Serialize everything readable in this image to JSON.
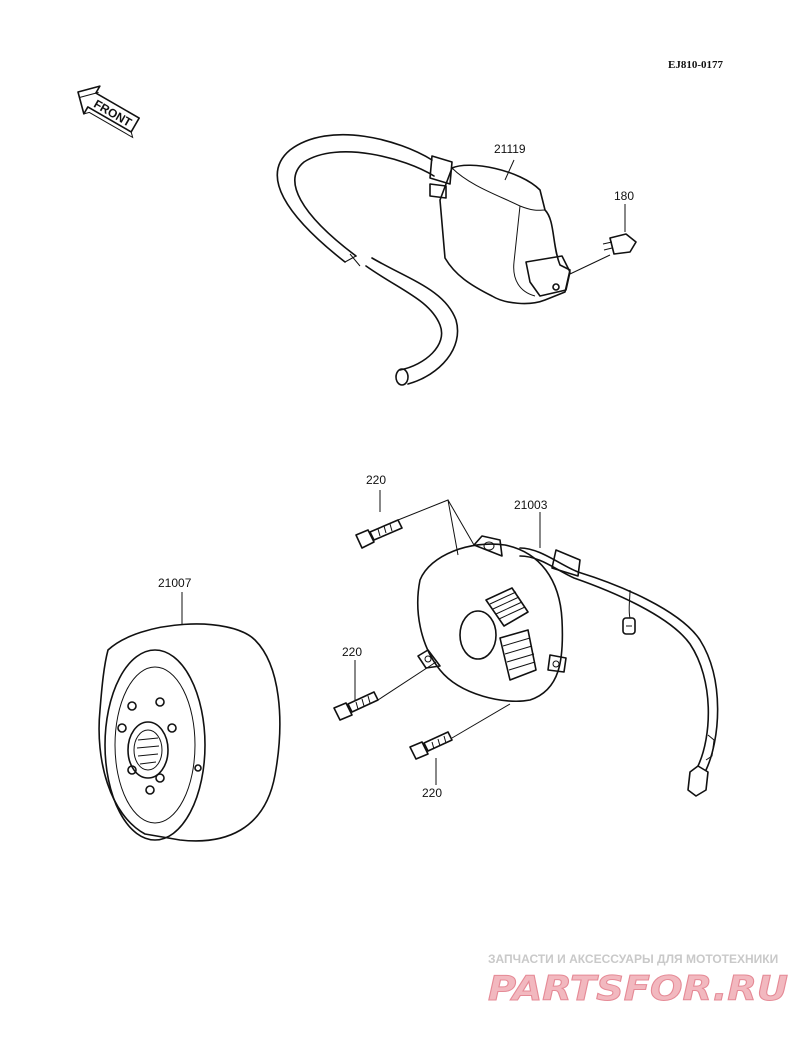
{
  "diagram": {
    "ref_code": "EJ810-0177",
    "front_label": "FRONT",
    "callouts": [
      {
        "id": "ignition-coil",
        "part_number": "21119"
      },
      {
        "id": "coil-bolt",
        "part_number": "180"
      },
      {
        "id": "stator-screw-top",
        "part_number": "220"
      },
      {
        "id": "stator",
        "part_number": "21003"
      },
      {
        "id": "rotor",
        "part_number": "21007"
      },
      {
        "id": "stator-screw-middle",
        "part_number": "220"
      },
      {
        "id": "stator-screw-bottom",
        "part_number": "220"
      }
    ]
  },
  "watermark": {
    "tagline": "ЗАПЧАСТИ И АКСЕССУАРЫ ДЛЯ МОТОТЕХНИКИ",
    "brand": "PARTSFOR.RU",
    "colors": {
      "tagline": "#c9c9c9",
      "brand": "#f2b8bf",
      "brand_outline": "#e58a96"
    }
  }
}
